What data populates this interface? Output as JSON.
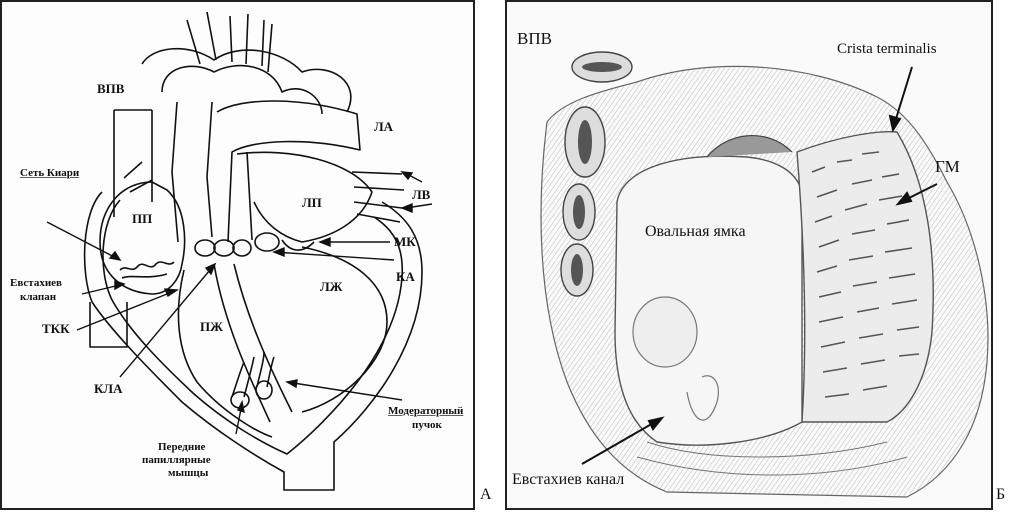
{
  "panel_a": {
    "letter": "А",
    "labels": {
      "vpv": "ВПВ",
      "set_kiari": "Сеть Киари",
      "la": "ЛА",
      "lp": "ЛП",
      "lv": "ЛВ",
      "pp": "ПП",
      "mk": "МК",
      "ka": "КА",
      "lzh": "ЛЖ",
      "evst_line1": "Евстахиев",
      "evst_line2": "клапан",
      "tkk": "ТКК",
      "pzh": "ПЖ",
      "kla": "КЛА",
      "moder_line1": "Модераторный",
      "moder_line2": "пучок",
      "papil_line1": "Передние",
      "papil_line2": "папиллярные",
      "papil_line3": "мышцы"
    }
  },
  "panel_b": {
    "letter": "Б",
    "labels": {
      "vpv": "ВПВ",
      "crista": "Crista terminalis",
      "gm": "ГМ",
      "oval": "Овальная ямка",
      "evst_canal": "Евстахиев канал"
    }
  }
}
